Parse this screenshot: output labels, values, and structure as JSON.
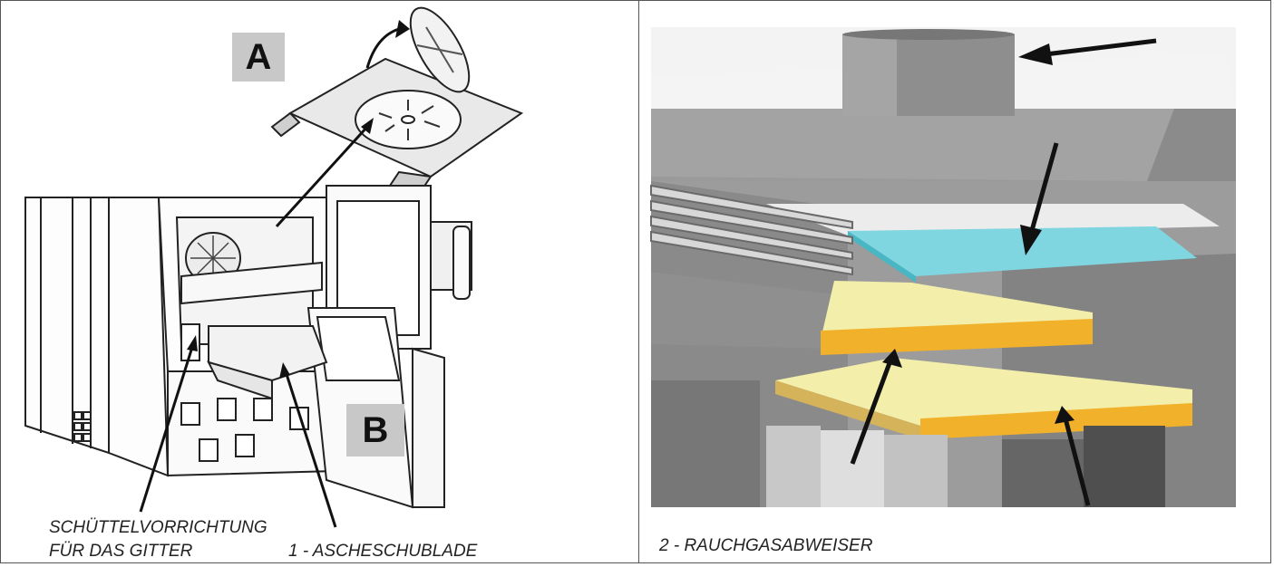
{
  "left_panel": {
    "label_a": "A",
    "label_b": "B",
    "caption_grate_line1": "SCHÜTTELVORRICHTUNG",
    "caption_grate_line2": "FÜR DAS GITTER",
    "caption_ash_drawer": "1 - ASCHESCHUBLADE"
  },
  "right_panel": {
    "caption_baffle": "2 - RAUCHGASABWEISER"
  },
  "colors": {
    "accent_cyan": "#7fd6e0",
    "accent_yellow_top": "#f3efab",
    "accent_yellow_edge": "#f2b12a",
    "badge_gray": "#c8c8c8",
    "metal_gray": "#8a8a8a"
  }
}
